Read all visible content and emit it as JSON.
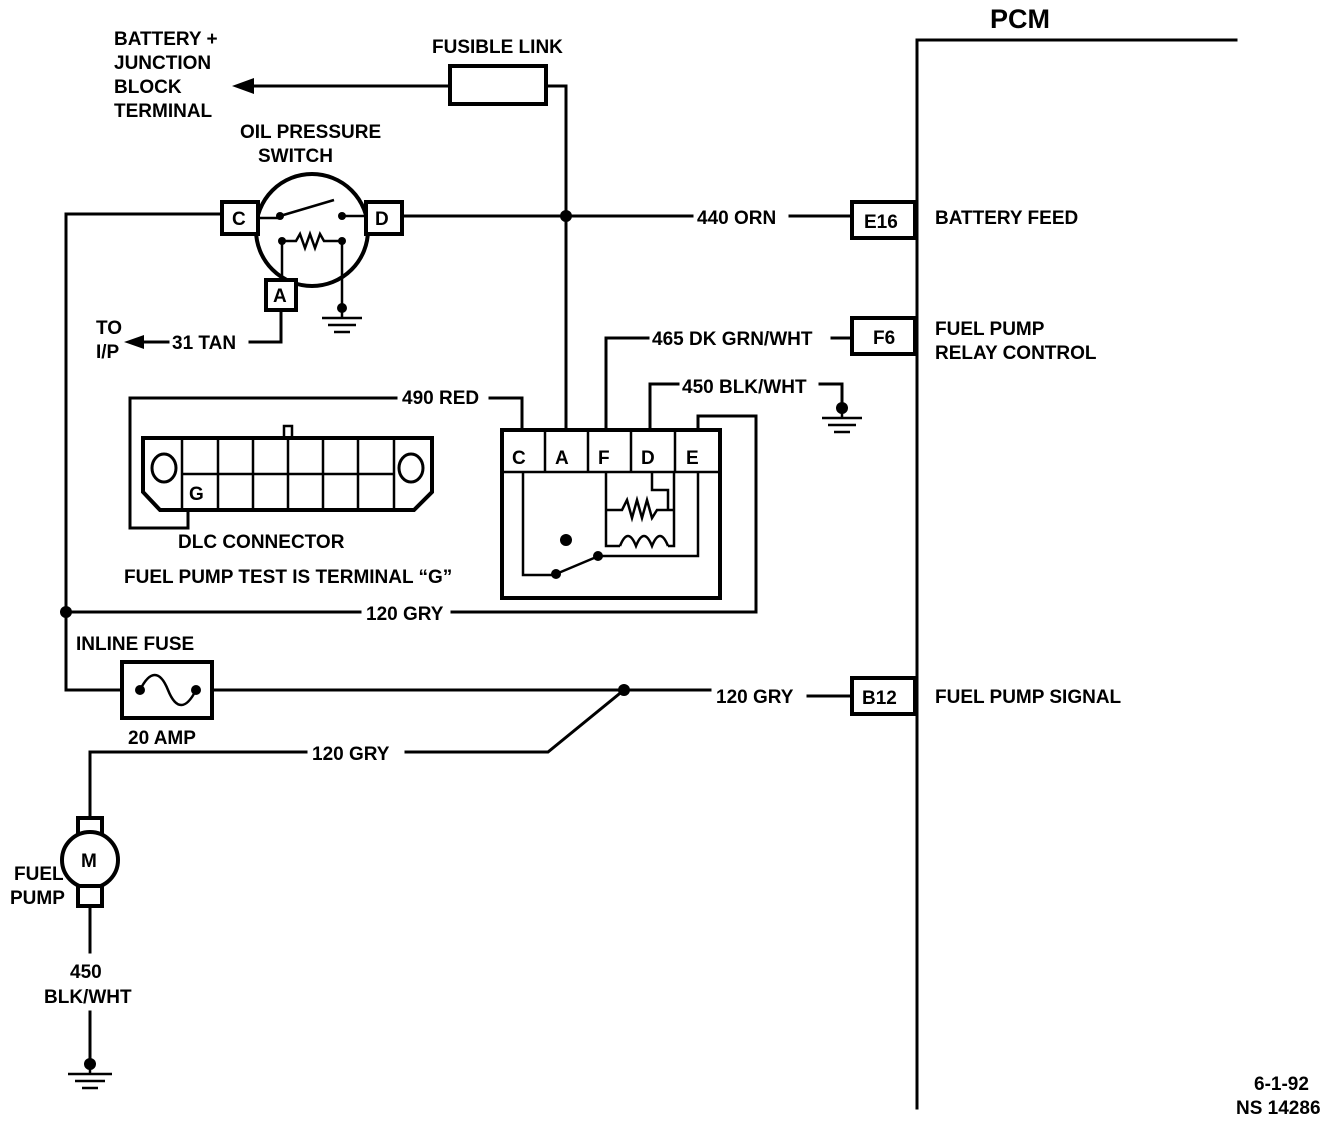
{
  "pcm": {
    "title": "PCM"
  },
  "pcm_pins": [
    {
      "pin": "E16",
      "label": "BATTERY FEED"
    },
    {
      "pin": "F6",
      "label_line1": "FUEL PUMP",
      "label_line2": "RELAY CONTROL"
    },
    {
      "pin": "B12",
      "label": "FUEL PUMP SIGNAL"
    }
  ],
  "battery": {
    "line1": "BATTERY +",
    "line2": "JUNCTION",
    "line3": "BLOCK",
    "line4": "TERMINAL"
  },
  "fusible_link": {
    "label": "FUSIBLE LINK"
  },
  "oil_pressure_switch": {
    "line1": "OIL PRESSURE",
    "line2": "SWITCH",
    "terminals": {
      "c": "C",
      "d": "D",
      "a": "A"
    }
  },
  "to_ip": {
    "line1": "TO",
    "line2": "I/P",
    "wire": "31 TAN"
  },
  "wires": {
    "w440": "440 ORN",
    "w465": "465 DK GRN/WHT",
    "w450_relay": "450 BLK/WHT",
    "w490": "490 RED",
    "w120_a": "120 GRY",
    "w120_b": "120 GRY",
    "w120_c": "120 GRY",
    "w450_pump_line1": "450",
    "w450_pump_line2": "BLK/WHT"
  },
  "relay": {
    "terminals": [
      "C",
      "A",
      "F",
      "D",
      "E"
    ]
  },
  "dlc": {
    "label": "DLC CONNECTOR",
    "terminal": "G",
    "note": "FUEL PUMP TEST IS TERMINAL “G”"
  },
  "inline_fuse": {
    "label": "INLINE FUSE",
    "rating": "20 AMP"
  },
  "fuel_pump": {
    "line1": "FUEL",
    "line2": "PUMP",
    "motor": "M"
  },
  "footer": {
    "date": "6-1-92",
    "ref": "NS 14286"
  }
}
